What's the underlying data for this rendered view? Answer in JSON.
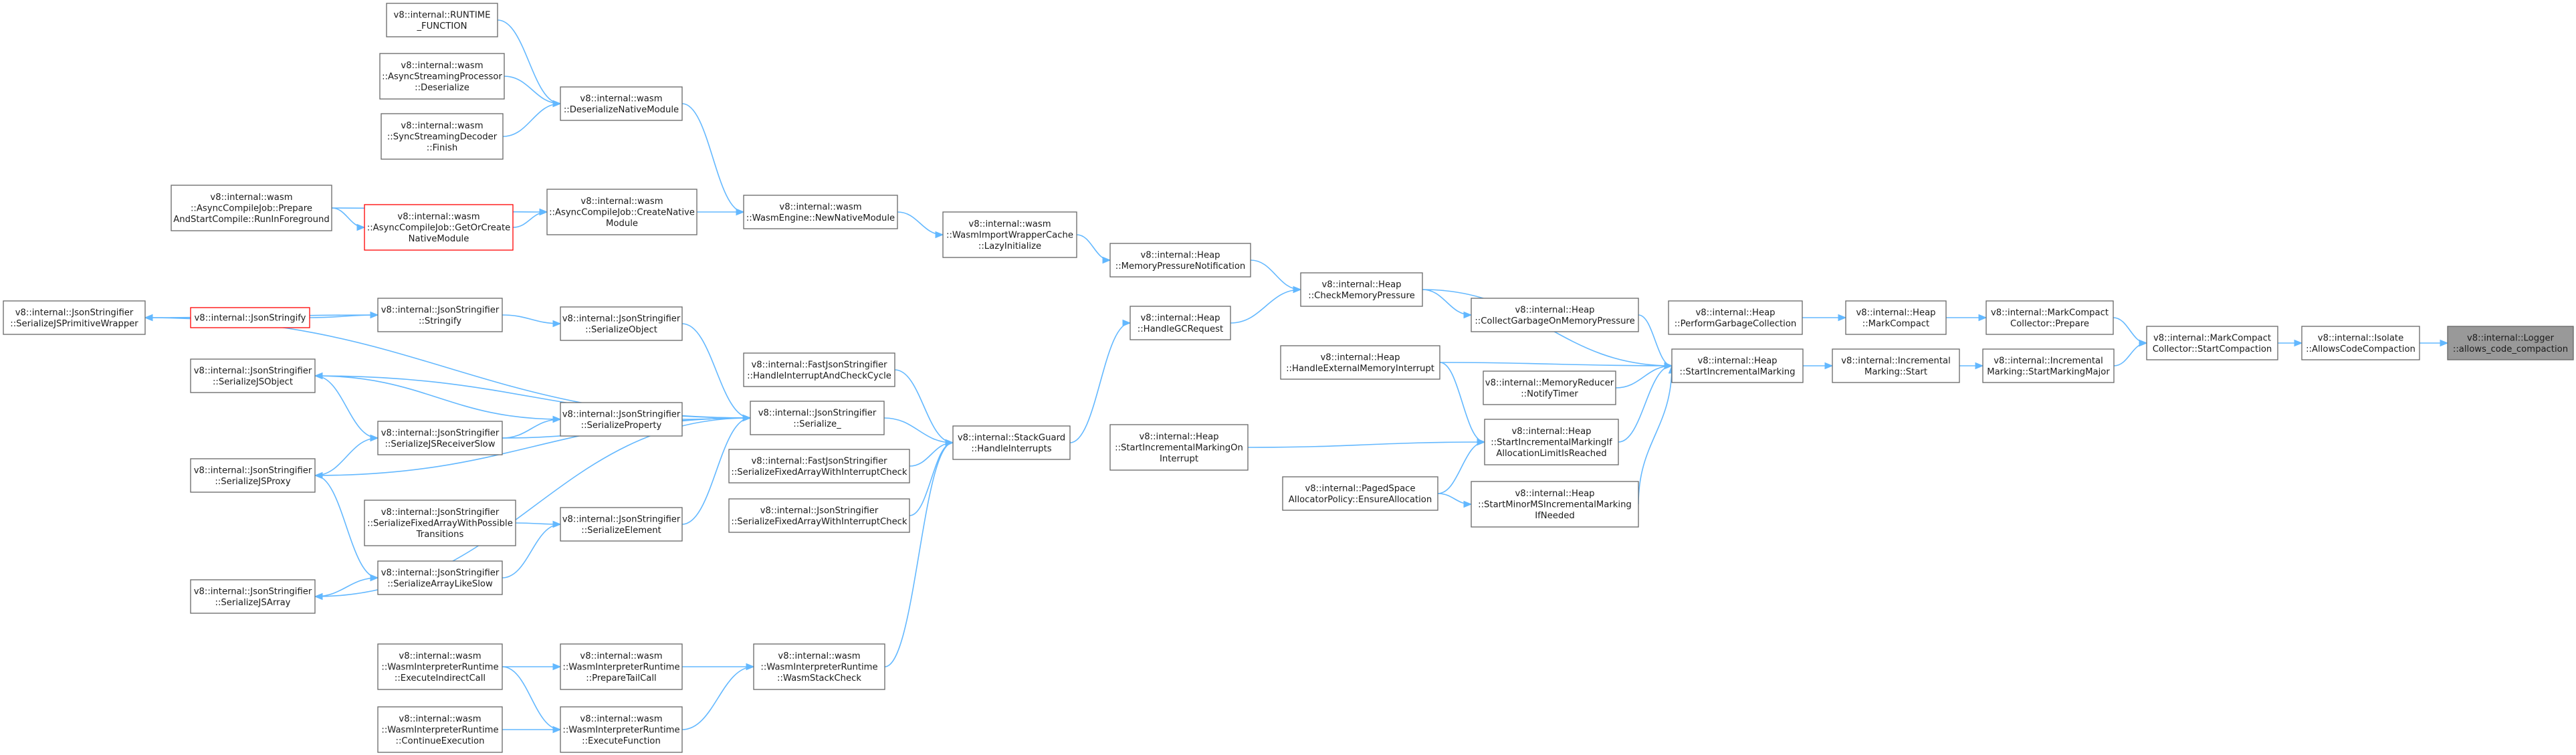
{
  "graph": {
    "nodes": [
      {
        "id": "logger",
        "lines": [
          "v8::internal::Logger",
          "::allows_code_compaction"
        ],
        "root": true
      },
      {
        "id": "isolate",
        "lines": [
          "v8::internal::Isolate",
          "::AllowsCodeCompaction"
        ]
      },
      {
        "id": "mc_start",
        "lines": [
          "v8::internal::MarkCompact",
          "Collector::StartCompaction"
        ]
      },
      {
        "id": "mc_prepare",
        "lines": [
          "v8::internal::MarkCompact",
          "Collector::Prepare"
        ]
      },
      {
        "id": "im_smm",
        "lines": [
          "v8::internal::Incremental",
          "Marking::StartMarkingMajor"
        ]
      },
      {
        "id": "heap_mc",
        "lines": [
          "v8::internal::Heap",
          "::MarkCompact"
        ]
      },
      {
        "id": "im_start",
        "lines": [
          "v8::internal::Incremental",
          "Marking::Start"
        ]
      },
      {
        "id": "heap_pgc",
        "lines": [
          "v8::internal::Heap",
          "::PerformGarbageCollection"
        ]
      },
      {
        "id": "heap_sim",
        "lines": [
          "v8::internal::Heap",
          "::StartIncrementalMarking"
        ]
      },
      {
        "id": "heap_cgcomp",
        "lines": [
          "v8::internal::Heap",
          "::CollectGarbageOnMemoryPressure"
        ]
      },
      {
        "id": "heap_cmp",
        "lines": [
          "v8::internal::Heap",
          "::CheckMemoryPressure"
        ]
      },
      {
        "id": "heap_hemi",
        "lines": [
          "v8::internal::Heap",
          "::HandleExternalMemoryInterrupt"
        ]
      },
      {
        "id": "memreducer",
        "lines": [
          "v8::internal::MemoryReducer",
          "::NotifyTimer"
        ]
      },
      {
        "id": "heap_simialr",
        "lines": [
          "v8::internal::Heap",
          "::StartIncrementalMarkingIf",
          "AllocationLimitIsReached"
        ]
      },
      {
        "id": "heap_sminor",
        "lines": [
          "v8::internal::Heap",
          "::StartMinorMSIncrementalMarking",
          "IfNeeded"
        ]
      },
      {
        "id": "paged",
        "lines": [
          "v8::internal::PagedSpace",
          "AllocatorPolicy::EnsureAllocation"
        ]
      },
      {
        "id": "heap_mpn",
        "lines": [
          "v8::internal::Heap",
          "::MemoryPressureNotification"
        ]
      },
      {
        "id": "heap_hgcr",
        "lines": [
          "v8::internal::Heap",
          "::HandleGCRequest"
        ]
      },
      {
        "id": "heap_simoi",
        "lines": [
          "v8::internal::Heap",
          "::StartIncrementalMarkingOn",
          "Interrupt"
        ]
      },
      {
        "id": "wiwc",
        "lines": [
          "v8::internal::wasm",
          "::WasmImportWrapperCache",
          "::LazyInitialize"
        ]
      },
      {
        "id": "sg_hi",
        "lines": [
          "v8::internal::StackGuard",
          "::HandleInterrupts"
        ]
      },
      {
        "id": "engine_nnm",
        "lines": [
          "v8::internal::wasm",
          "::WasmEngine::NewNativeModule"
        ]
      },
      {
        "id": "fjs_hiacc",
        "lines": [
          "v8::internal::FastJsonStringifier",
          "::HandleInterruptAndCheckCycle"
        ]
      },
      {
        "id": "js_serialize",
        "lines": [
          "v8::internal::JsonStringifier",
          "::Serialize_"
        ]
      },
      {
        "id": "fjs_sfawic",
        "lines": [
          "v8::internal::FastJsonStringifier",
          "::SerializeFixedArrayWithInterruptCheck"
        ]
      },
      {
        "id": "js_sfawic",
        "lines": [
          "v8::internal::JsonStringifier",
          "::SerializeFixedArrayWithInterruptCheck"
        ]
      },
      {
        "id": "wir_wsc",
        "lines": [
          "v8::internal::wasm",
          "::WasmInterpreterRuntime",
          "::WasmStackCheck"
        ]
      },
      {
        "id": "dnm",
        "lines": [
          "v8::internal::wasm",
          "::DeserializeNativeModule"
        ]
      },
      {
        "id": "acj_cnm",
        "lines": [
          "v8::internal::wasm",
          "::AsyncCompileJob::CreateNative",
          "Module"
        ]
      },
      {
        "id": "rf",
        "lines": [
          "v8::internal::RUNTIME",
          "_FUNCTION"
        ]
      },
      {
        "id": "asp_d",
        "lines": [
          "v8::internal::wasm",
          "::AsyncStreamingProcessor",
          "::Deserialize"
        ]
      },
      {
        "id": "ssd_f",
        "lines": [
          "v8::internal::wasm",
          "::SyncStreamingDecoder",
          "::Finish"
        ]
      },
      {
        "id": "acj_gocnm",
        "lines": [
          "v8::internal::wasm",
          "::AsyncCompileJob::GetOrCreate",
          "NativeModule"
        ],
        "red": true
      },
      {
        "id": "acj_prep",
        "lines": [
          "v8::internal::wasm",
          "::AsyncCompileJob::Prepare",
          "AndStartCompile::RunInForeground"
        ]
      },
      {
        "id": "js_so",
        "lines": [
          "v8::internal::JsonStringifier",
          "::SerializeObject"
        ]
      },
      {
        "id": "js_sp",
        "lines": [
          "v8::internal::JsonStringifier",
          "::SerializeProperty"
        ]
      },
      {
        "id": "js_se",
        "lines": [
          "v8::internal::JsonStringifier",
          "::SerializeElement"
        ]
      },
      {
        "id": "wir_ptc",
        "lines": [
          "v8::internal::wasm",
          "::WasmInterpreterRuntime",
          "::PrepareTailCall"
        ]
      },
      {
        "id": "wir_ef",
        "lines": [
          "v8::internal::wasm",
          "::WasmInterpreterRuntime",
          "::ExecuteFunction"
        ]
      },
      {
        "id": "js_stringify",
        "lines": [
          "v8::internal::JsonStringifier",
          "::Stringify"
        ]
      },
      {
        "id": "js_sfawpt",
        "lines": [
          "v8::internal::JsonStringifier",
          "::SerializeFixedArrayWithPossible",
          "Transitions"
        ]
      },
      {
        "id": "js_sals",
        "lines": [
          "v8::internal::JsonStringifier",
          "::SerializeArrayLikeSlow"
        ]
      },
      {
        "id": "js_sjsrs",
        "lines": [
          "v8::internal::JsonStringifier",
          "::SerializeJSReceiverSlow"
        ]
      },
      {
        "id": "wir_eic",
        "lines": [
          "v8::internal::wasm",
          "::WasmInterpreterRuntime",
          "::ExecuteIndirectCall"
        ]
      },
      {
        "id": "wir_ce",
        "lines": [
          "v8::internal::wasm",
          "::WasmInterpreterRuntime",
          "::ContinueExecution"
        ]
      },
      {
        "id": "jsstringify",
        "lines": [
          "v8::internal::JsonStringify"
        ],
        "red": true
      },
      {
        "id": "js_sjspw",
        "lines": [
          "v8::internal::JsonStringifier",
          "::SerializeJSPrimitiveWrapper"
        ]
      },
      {
        "id": "js_sjso",
        "lines": [
          "v8::internal::JsonStringifier",
          "::SerializeJSObject"
        ]
      },
      {
        "id": "js_sjsp",
        "lines": [
          "v8::internal::JsonStringifier",
          "::SerializeJSProxy"
        ]
      },
      {
        "id": "js_sjsa",
        "lines": [
          "v8::internal::JsonStringifier",
          "::SerializeJSArray"
        ]
      }
    ],
    "edges": [
      [
        "isolate",
        "logger"
      ],
      [
        "mc_start",
        "isolate"
      ],
      [
        "mc_prepare",
        "mc_start"
      ],
      [
        "im_smm",
        "mc_start"
      ],
      [
        "heap_mc",
        "mc_prepare"
      ],
      [
        "im_start",
        "im_smm"
      ],
      [
        "heap_pgc",
        "heap_mc"
      ],
      [
        "heap_sim",
        "im_start"
      ],
      [
        "heap_cgcomp",
        "heap_sim"
      ],
      [
        "heap_cmp",
        "heap_sim"
      ],
      [
        "heap_hemi",
        "heap_sim"
      ],
      [
        "memreducer",
        "heap_sim"
      ],
      [
        "heap_simialr",
        "heap_sim"
      ],
      [
        "heap_sminor",
        "heap_sim"
      ],
      [
        "heap_cmp",
        "heap_cgcomp"
      ],
      [
        "heap_mpn",
        "heap_cmp"
      ],
      [
        "heap_hgcr",
        "heap_cmp"
      ],
      [
        "heap_hemi",
        "heap_simialr"
      ],
      [
        "paged",
        "heap_simialr"
      ],
      [
        "heap_simoi",
        "heap_simialr"
      ],
      [
        "paged",
        "heap_sminor"
      ],
      [
        "wiwc",
        "heap_mpn"
      ],
      [
        "sg_hi",
        "heap_hgcr"
      ],
      [
        "engine_nnm",
        "wiwc"
      ],
      [
        "fjs_hiacc",
        "sg_hi"
      ],
      [
        "js_serialize",
        "sg_hi"
      ],
      [
        "fjs_sfawic",
        "sg_hi"
      ],
      [
        "js_sfawic",
        "sg_hi"
      ],
      [
        "wir_wsc",
        "sg_hi"
      ],
      [
        "dnm",
        "engine_nnm"
      ],
      [
        "acj_cnm",
        "engine_nnm"
      ],
      [
        "rf",
        "dnm"
      ],
      [
        "asp_d",
        "dnm"
      ],
      [
        "ssd_f",
        "dnm"
      ],
      [
        "acj_gocnm",
        "acj_cnm"
      ],
      [
        "acj_prep",
        "acj_cnm"
      ],
      [
        "acj_prep",
        "acj_gocnm"
      ],
      [
        "js_so",
        "js_serialize"
      ],
      [
        "js_sp",
        "js_serialize"
      ],
      [
        "js_se",
        "js_serialize"
      ],
      [
        "js_sjsrs",
        "js_serialize"
      ],
      [
        "js_serialize",
        "js_sjspw"
      ],
      [
        "js_serialize",
        "js_sjso"
      ],
      [
        "js_serialize",
        "js_sjsp"
      ],
      [
        "js_serialize",
        "js_sjsa"
      ],
      [
        "js_stringify",
        "js_so"
      ],
      [
        "jsstringify",
        "js_stringify"
      ],
      [
        "js_stringify",
        "js_sjspw"
      ],
      [
        "js_sjso",
        "js_sp"
      ],
      [
        "js_sjsrs",
        "js_sp"
      ],
      [
        "js_sfawpt",
        "js_se"
      ],
      [
        "js_sals",
        "js_se"
      ],
      [
        "js_sjso",
        "js_sjsrs"
      ],
      [
        "js_sjsp",
        "js_sjsrs"
      ],
      [
        "js_sjsp",
        "js_sals"
      ],
      [
        "js_sjsa",
        "js_sals"
      ],
      [
        "wir_ptc",
        "wir_wsc"
      ],
      [
        "wir_ef",
        "wir_wsc"
      ],
      [
        "wir_eic",
        "wir_ptc"
      ],
      [
        "wir_eic",
        "wir_ef"
      ],
      [
        "wir_ce",
        "wir_ef"
      ]
    ]
  }
}
